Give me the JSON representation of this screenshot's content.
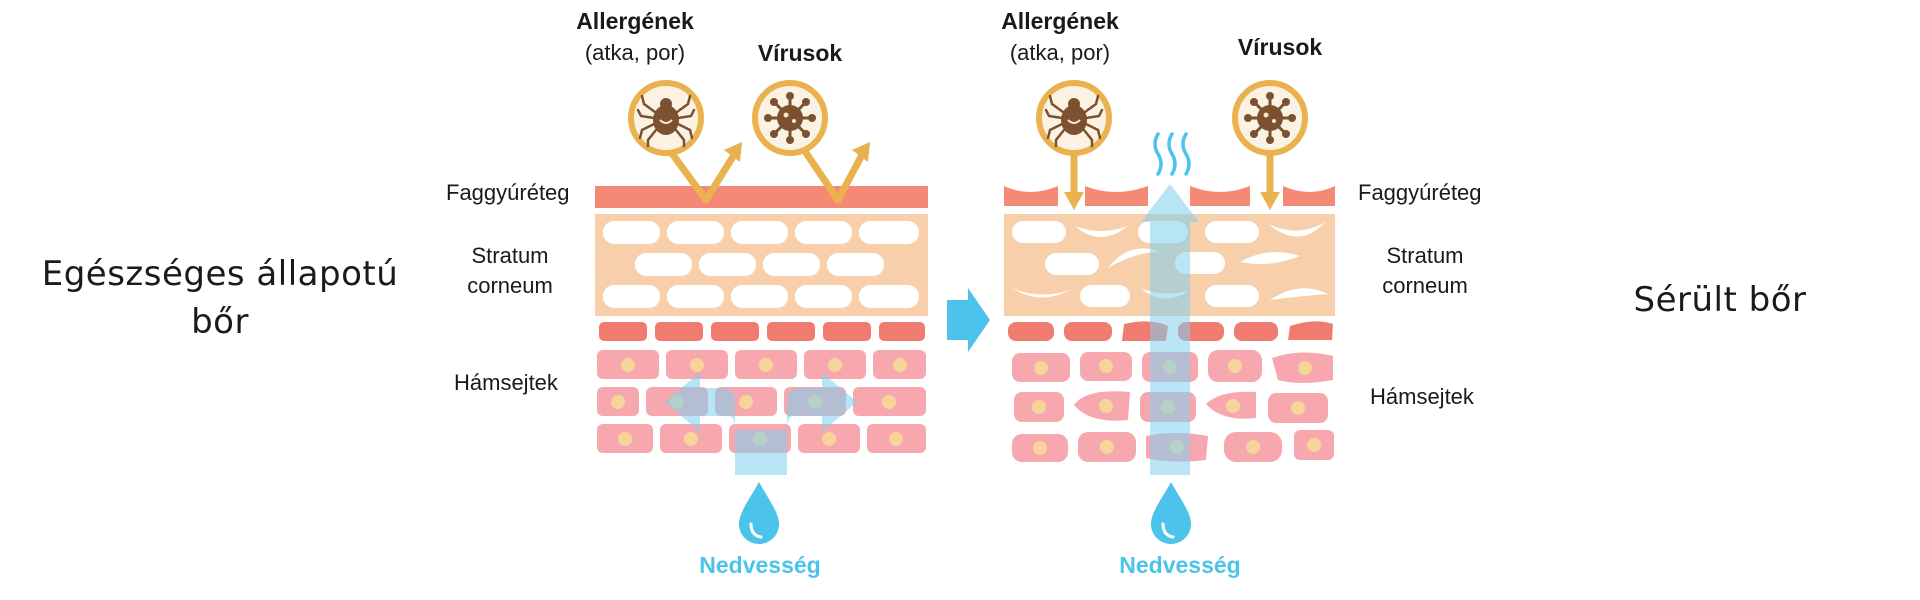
{
  "titles": {
    "healthy_line1": "Egészséges állapotú",
    "healthy_line2": "bőr",
    "damaged": "Sérült bőr"
  },
  "left_panel": {
    "allergen_bold": "Allergének",
    "allergen_sub": "(atka, por)",
    "virus": "Vírusok",
    "sebum": "Faggyúréteg",
    "stratum_line1": "Stratum",
    "stratum_line2": "corneum",
    "epidermal": "Hámsejtek",
    "moisture": "Nedvesség"
  },
  "right_panel": {
    "allergen_bold": "Allergének",
    "allergen_sub": "(atka, por)",
    "virus": "Vírusok",
    "sebum": "Faggyúréteg",
    "stratum_line1": "Stratum",
    "stratum_line2": "corneum",
    "epidermal": "Hámsejtek",
    "moisture": "Nedvesség"
  },
  "colors": {
    "sebum": "#f48a76",
    "stratum": "#f7cfaa",
    "cell": "#f6a8ae",
    "nucleus": "#f7d49a",
    "arrow_orange": "#eab24e",
    "moisture_blue": "#4cc3ea",
    "icon_brown": "#7b5130"
  },
  "icons": [
    "mite-icon",
    "virus-icon",
    "water-drop-icon",
    "transition-arrow-icon"
  ]
}
